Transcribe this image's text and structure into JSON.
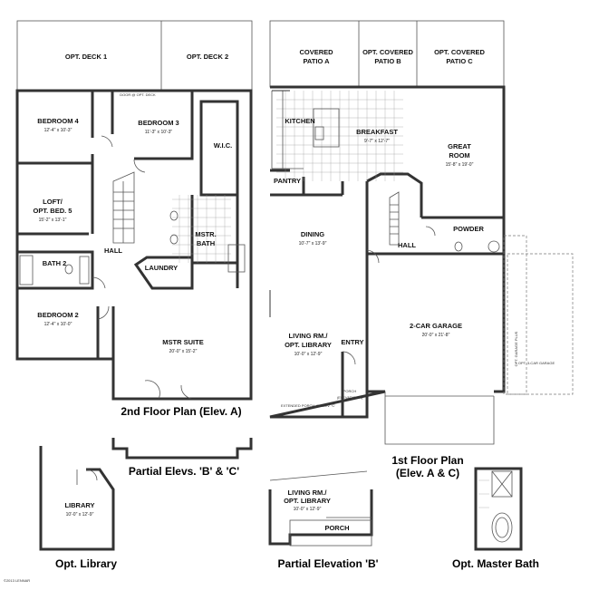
{
  "rooms": {
    "opt_deck_1": {
      "name": "OPT. DECK 1"
    },
    "opt_deck_2": {
      "name": "OPT. DECK 2"
    },
    "door_note": {
      "name": "DOOR @ OPT. DECK"
    },
    "bedroom4": {
      "name": "BEDROOM 4",
      "dim": "12'-4\" x 10'-3\""
    },
    "bedroom3": {
      "name": "BEDROOM 3",
      "dim": "11'-3\" x 10'-3\""
    },
    "wic": {
      "name": "W.I.C."
    },
    "loft": {
      "name1": "LOFT/",
      "name2": "OPT. BED. 5",
      "dim": "15'-2\" x 13'-1\""
    },
    "hall2": {
      "name": "HALL"
    },
    "mstr_bath": {
      "name1": "MSTR.",
      "name2": "BATH"
    },
    "bath2": {
      "name": "BATH 2"
    },
    "laundry": {
      "name": "LAUNDRY"
    },
    "bedroom2": {
      "name": "BEDROOM 2",
      "dim": "12'-4\" x 10'-0\""
    },
    "mstr_suite": {
      "name": "MSTR SUITE",
      "dim": "20'-0\" x 15'-2\""
    },
    "covered_patio_a": {
      "name1": "COVERED",
      "name2": "PATIO A"
    },
    "opt_covered_patio_b": {
      "name1": "OPT. COVERED",
      "name2": "PATIO B"
    },
    "opt_covered_patio_c": {
      "name1": "OPT. COVERED",
      "name2": "PATIO C"
    },
    "kitchen": {
      "name": "KITCHEN"
    },
    "breakfast": {
      "name": "BREAKFAST",
      "dim": "9'-7\" x 12'-7\""
    },
    "great_room": {
      "name1": "GREAT",
      "name2": "ROOM",
      "dim": "15'-8\" x 19'-0\""
    },
    "pantry": {
      "name": "PANTRY"
    },
    "dining": {
      "name": "DINING",
      "dim": "10'-7\" x 13'-9\""
    },
    "powder": {
      "name": "POWDER"
    },
    "hall1": {
      "name": "HALL"
    },
    "living_a": {
      "name1": "LIVING RM./",
      "name2": "OPT. LIBRARY",
      "dim": "10'-0\" x 12'-9\""
    },
    "entry": {
      "name": "ENTRY"
    },
    "garage": {
      "name": "2-CAR GARAGE",
      "dim": "20'-0\" x 21'-8\""
    },
    "opt_garage_plus": {
      "name": "OPT. GARAGE PLUS"
    },
    "opt_3car": {
      "name": "OPT. 3-CAR GARAGE"
    },
    "porch_a": {
      "name": "PORCH",
      "sub": "(ELEVATION A)"
    },
    "extended_porch": {
      "name": "EXTENDED PORCH @ ELEV. 'C'"
    },
    "library": {
      "name": "LIBRARY",
      "dim": "10'-0\" x 12'-9\""
    },
    "living_b": {
      "name1": "LIVING RM./",
      "name2": "OPT. LIBRARY",
      "dim": "10'-0\" x 12'-9\""
    },
    "porch_b": {
      "name": "PORCH"
    }
  },
  "captions": {
    "second_floor": "2nd Floor Plan (Elev. A)",
    "partial_bc": "Partial Elevs. 'B' & 'C'",
    "first_floor_1": "1st Floor Plan",
    "first_floor_2": "(Elev. A & C)",
    "opt_library": "Opt. Library",
    "partial_b": "Partial Elevation 'B'",
    "opt_master_bath": "Opt. Master Bath"
  },
  "footer": {
    "copyright": "©2013 LENNAR"
  }
}
